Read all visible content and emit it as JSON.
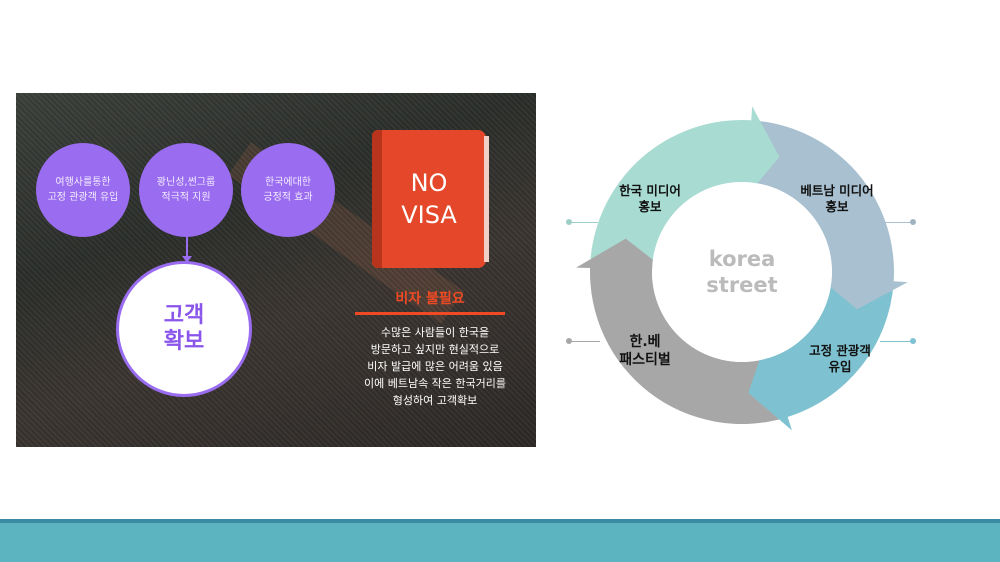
{
  "left_panel": {
    "circles": [
      {
        "lines": [
          "여행사를통한",
          "고정 관광객 유입"
        ]
      },
      {
        "lines": [
          "꽝닌성,썬그룹",
          "적극적 지원"
        ]
      },
      {
        "lines": [
          "한국에대한",
          "긍정적 효과"
        ]
      }
    ],
    "result": {
      "lines": [
        "고객",
        "확보"
      ]
    },
    "book": {
      "lines": [
        "NO",
        "VISA"
      ]
    },
    "visa_title": "비자 불필요",
    "visa_body": [
      "수많은 사람들이 한국을",
      "방문하고 싶지만 현실적으로",
      "비자 발급에 많은 어려움 있음",
      "이에 베트남속 작은 한국거리를",
      "형성하여 고객확보"
    ]
  },
  "cycle": {
    "center": [
      "korea",
      "street"
    ],
    "steps": [
      {
        "lines": [
          "한국 미디어",
          "홍보"
        ],
        "color": "#a8dbd1"
      },
      {
        "lines": [
          "베트남 미디어",
          "홍보"
        ],
        "color": "#a8c0cf"
      },
      {
        "lines": [
          "고정 관광객",
          "유입"
        ],
        "color": "#7ec2d1"
      },
      {
        "lines": [
          "한.베",
          "패스티벌"
        ],
        "color": "#a7a7a7"
      }
    ]
  },
  "colors": {
    "purple": "#9a6cf0",
    "red": "#e4472a",
    "footer": "#5bb4bf"
  }
}
